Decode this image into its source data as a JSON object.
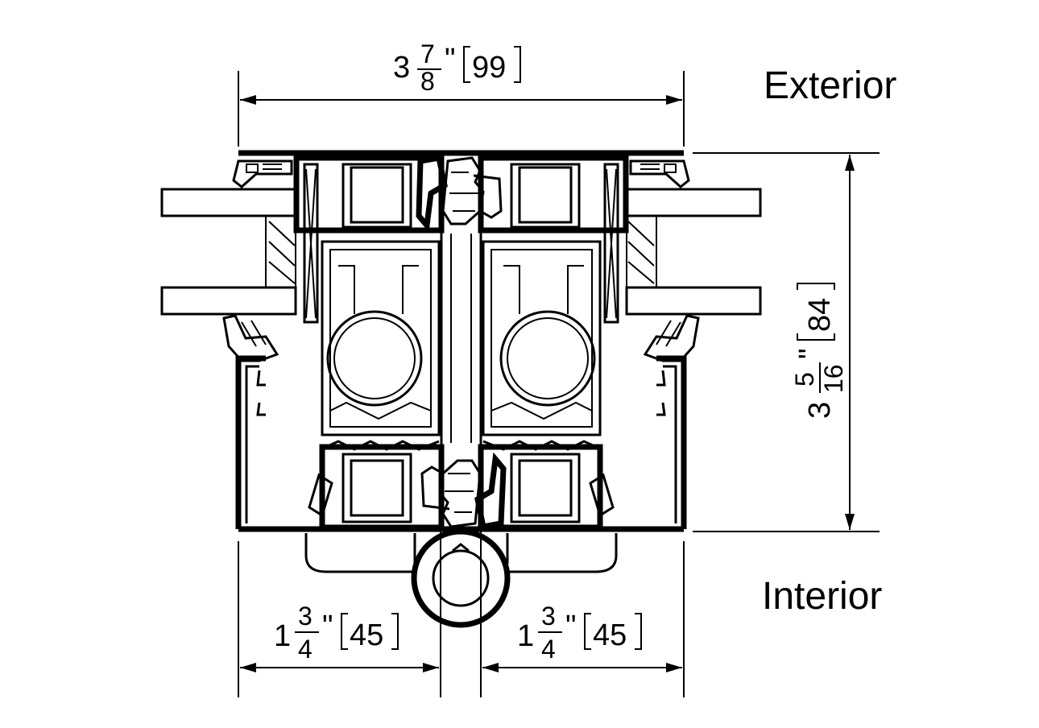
{
  "labels": {
    "exterior": "Exterior",
    "interior": "Interior"
  },
  "dimensions": {
    "overall_width": {
      "whole": "3",
      "num": "7",
      "den": "8",
      "unit": "\"",
      "metric": "99"
    },
    "overall_height": {
      "whole": "3",
      "num": "5",
      "den": "16",
      "unit": "\"",
      "metric": "84"
    },
    "left_frame": {
      "whole": "1",
      "num": "3",
      "den": "4",
      "unit": "\"",
      "metric": "45"
    },
    "right_frame": {
      "whole": "1",
      "num": "3",
      "den": "4",
      "unit": "\"",
      "metric": "45"
    }
  },
  "colors": {
    "ink": "#000000",
    "paper": "#ffffff"
  }
}
